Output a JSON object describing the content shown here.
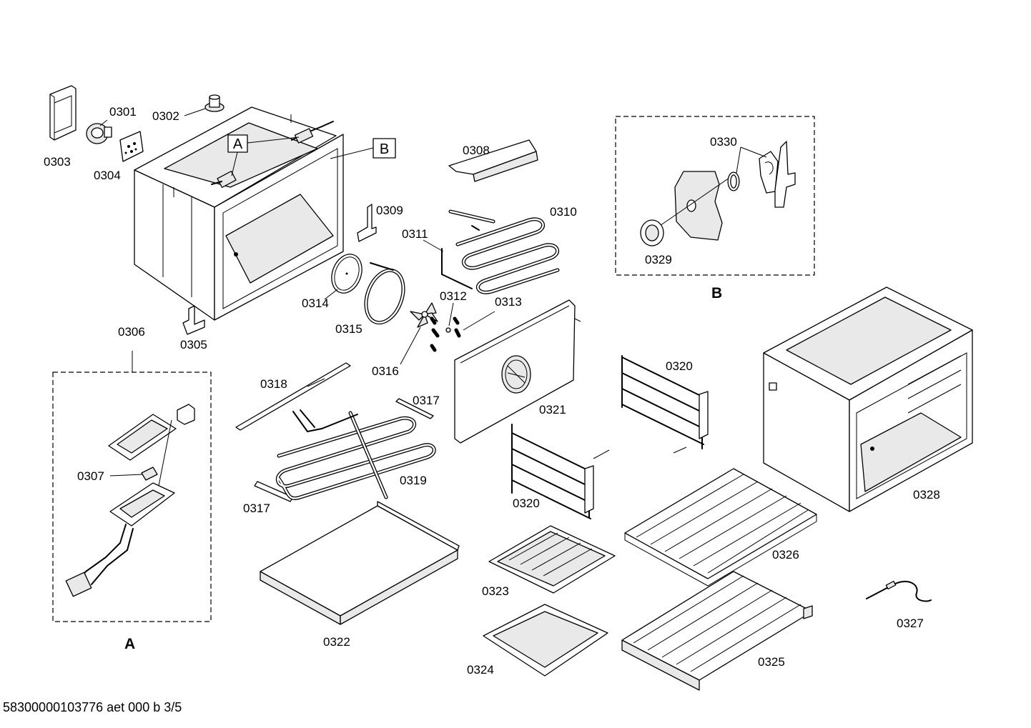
{
  "part_labels": {
    "p0301": "0301",
    "p0302": "0302",
    "p0303": "0303",
    "p0304": "0304",
    "p0305": "0305",
    "p0306": "0306",
    "p0307": "0307",
    "p0308": "0308",
    "p0309": "0309",
    "p0310": "0310",
    "p0311": "0311",
    "p0312": "0312",
    "p0313": "0313",
    "p0314": "0314",
    "p0315": "0315",
    "p0316": "0316",
    "p0317a": "0317",
    "p0317b": "0317",
    "p0318": "0318",
    "p0319": "0319",
    "p0320a": "0320",
    "p0320b": "0320",
    "p0321": "0321",
    "p0322": "0322",
    "p0323": "0323",
    "p0324": "0324",
    "p0325": "0325",
    "p0326": "0326",
    "p0327": "0327",
    "p0328": "0328",
    "p0329": "0329",
    "p0330": "0330"
  },
  "callouts": {
    "a_box": "A",
    "b_box": "B"
  },
  "detail_titles": {
    "a": "A",
    "b": "B"
  },
  "footer": {
    "doc_id": "58300000103776 aet 000 b 3/5"
  }
}
